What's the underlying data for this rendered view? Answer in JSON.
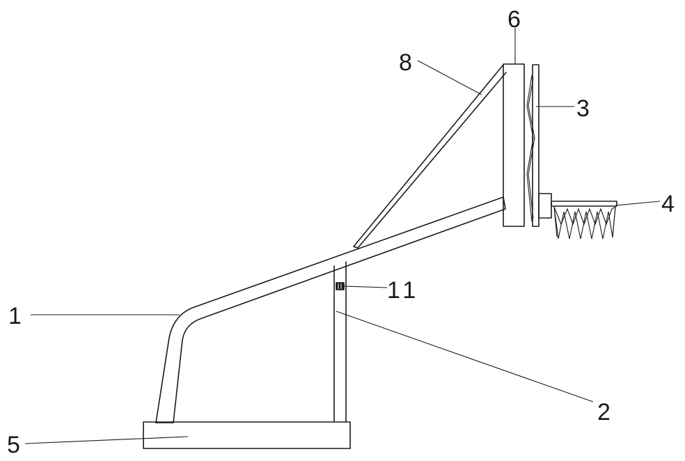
{
  "labels": {
    "frame": "1",
    "support_post": "2",
    "backboard": "3",
    "hoop": "4",
    "base": "5",
    "backboard_mount": "6",
    "brace": "8",
    "sensor": "11"
  }
}
